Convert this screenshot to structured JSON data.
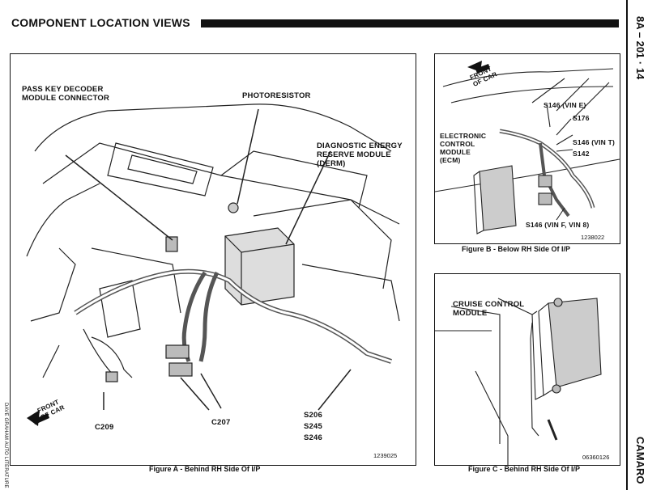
{
  "header": {
    "title": "COMPONENT LOCATION VIEWS"
  },
  "side": {
    "page_number": "8A – 201 · 14",
    "model": "CAMARO",
    "credit": "DAVE GRAHAM AUTO LITERATURE"
  },
  "figure_a": {
    "labels": {
      "pass_key": "PASS KEY DECODER\nMODULE CONNECTOR",
      "photoresistor": "PHOTORESISTOR",
      "derm": "DIAGNOSTIC ENERGY\nRESERVE MODULE\n(DERM)",
      "front_of_car": "FRONT\nOF CAR",
      "c209": "C209",
      "c207": "C207",
      "splices": "S206\nS245\nS246"
    },
    "code": "1239025",
    "caption": "Figure A - Behind RH Side Of I/P"
  },
  "figure_b": {
    "labels": {
      "front_of_car": "FRONT\nOF CAR",
      "ecm": "ELECTRONIC\nCONTROL\nMODULE\n(ECM)",
      "s146_vin_e": "S146 (VIN E)",
      "s176": "S176",
      "s146_vin_t": "S146 (VIN T)",
      "s142": "S142",
      "s146_vin_f8": "S146 (VIN F, VIN 8)"
    },
    "code": "1238022",
    "caption": "Figure B - Below RH Side Of I/P"
  },
  "figure_c": {
    "labels": {
      "cruise": "CRUISE CONTROL\nMODULE"
    },
    "code": "06360126",
    "caption": "Figure C - Behind RH Side Of I/P"
  }
}
